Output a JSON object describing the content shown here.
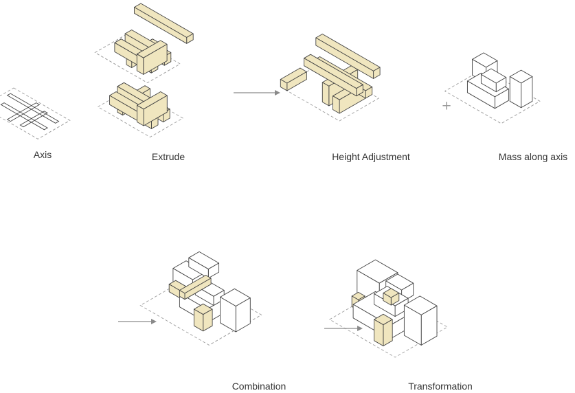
{
  "labels": {
    "axis": "Axis",
    "extrude": "Extrude",
    "height_adjustment": "Height Adjustment",
    "mass_along_axis": "Mass along axis",
    "combination": "Combination",
    "transformation": "Transformation"
  },
  "operators": {
    "plus": "+"
  },
  "colors": {
    "fill": "#f0e6bf",
    "white": "#ffffff",
    "stroke": "#444444",
    "ground": "#9a9a9a",
    "arrow": "#8a8a8a",
    "text": "#333333"
  },
  "icons": [
    "arrow-right-icon",
    "plus-icon"
  ]
}
